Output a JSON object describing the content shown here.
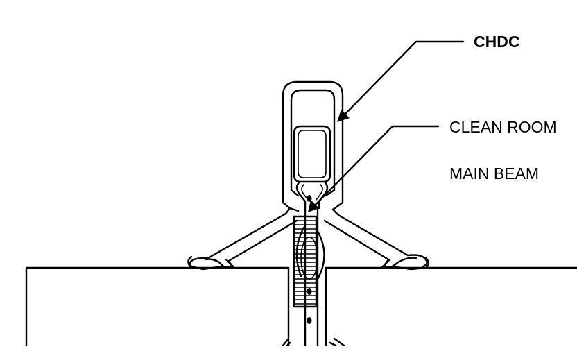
{
  "labels": {
    "chdc": "CHDC",
    "clean_room_line1": "CLEAN ROOM",
    "clean_room_line2": "MAIN BEAM"
  },
  "colors": {
    "line": "#000000",
    "background": "#ffffff"
  }
}
